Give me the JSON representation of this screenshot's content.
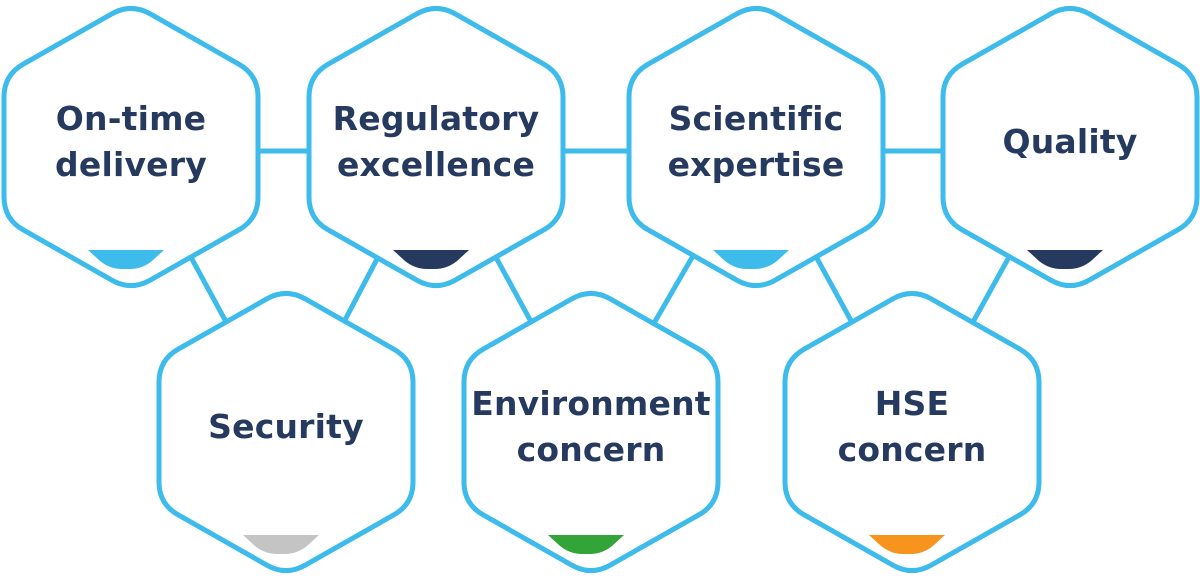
{
  "colors": {
    "outline": "#3dbbea",
    "text": "#253a5e",
    "light_blue": "#3dbbea",
    "navy": "#253a5e",
    "gray": "#c4c4c4",
    "green": "#33a437",
    "orange": "#f7941d"
  },
  "hexagons": [
    {
      "id": "on-time-delivery",
      "lines": [
        "On-time",
        "delivery"
      ],
      "accent": "#3dbbea"
    },
    {
      "id": "regulatory-excellence",
      "lines": [
        "Regulatory",
        "excellence"
      ],
      "accent": "#253a5e"
    },
    {
      "id": "scientific-expertise",
      "lines": [
        "Scientific",
        "expertise"
      ],
      "accent": "#3dbbea"
    },
    {
      "id": "quality",
      "lines": [
        "Quality"
      ],
      "accent": "#253a5e"
    },
    {
      "id": "security",
      "lines": [
        "Security"
      ],
      "accent": "#c4c4c4"
    },
    {
      "id": "environment-concern",
      "lines": [
        "Environment",
        "concern"
      ],
      "accent": "#33a437"
    },
    {
      "id": "hse-concern",
      "lines": [
        "HSE",
        "concern"
      ],
      "accent": "#f7941d"
    }
  ]
}
